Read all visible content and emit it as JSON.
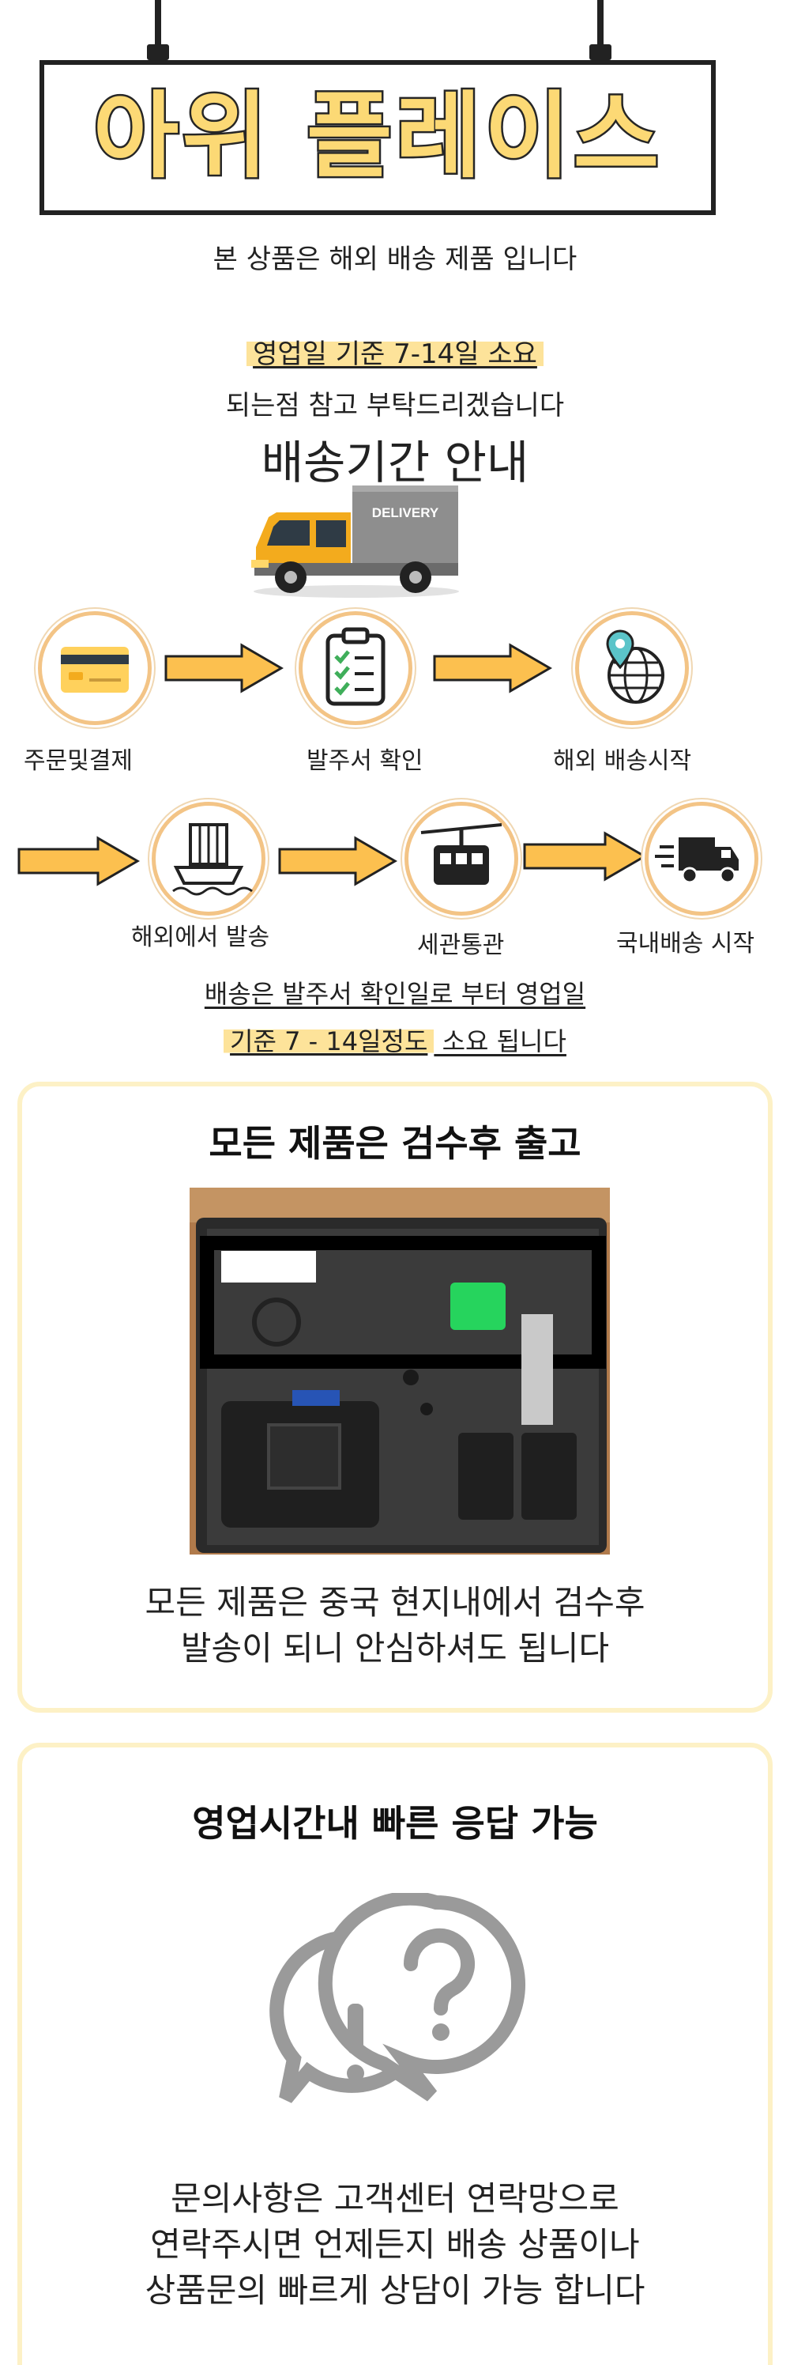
{
  "sign": {
    "title": "아위 플레이스"
  },
  "notice": {
    "overseas": "본 상품은 해외 배송 제품 입니다",
    "lead_time": "영업일 기준 7-14일 소요",
    "reference": "되는점 참고 부탁드리겠습니다",
    "heading": "배송기간 안내",
    "truck_label": "DELIVERY"
  },
  "steps": [
    {
      "label": "주문및결제",
      "icon": "credit-card-icon"
    },
    {
      "label": "발주서 확인",
      "icon": "clipboard-checklist-icon"
    },
    {
      "label": "해외 배송시작",
      "icon": "globe-location-icon"
    },
    {
      "label": "해외에서 발송",
      "icon": "cargo-ship-icon"
    },
    {
      "label": "세관통관",
      "icon": "cable-car-icon"
    },
    {
      "label": "국내배송 시작",
      "icon": "delivery-truck-icon"
    }
  ],
  "summary": {
    "line1": "배송은 발주서 확인일로 부터 영업일",
    "line2_highlight": "기준 7 - 14일정도",
    "line2_rest": " 소요 됩니다"
  },
  "inspection": {
    "title": "모든 제품은 검수후 출고",
    "line1": "모든 제품은 중국 현지내에서 검수후",
    "line2": "발송이 되니 안심하셔도 됩니다"
  },
  "support": {
    "title": "영업시간내 빠른 응답 가능",
    "line1": "문의사항은 고객센터 연락망으로",
    "line2": "연락주시면 언제든지 배송 상품이나",
    "line3": "상품문의 빠르게 상담이 가능 합니다"
  },
  "colors": {
    "accent_yellow": "#fcd975",
    "arrow_fill": "#fcc04f",
    "circle_border": "#f3c486",
    "card_border": "#fdf1c6",
    "highlight": "#fde39a"
  }
}
